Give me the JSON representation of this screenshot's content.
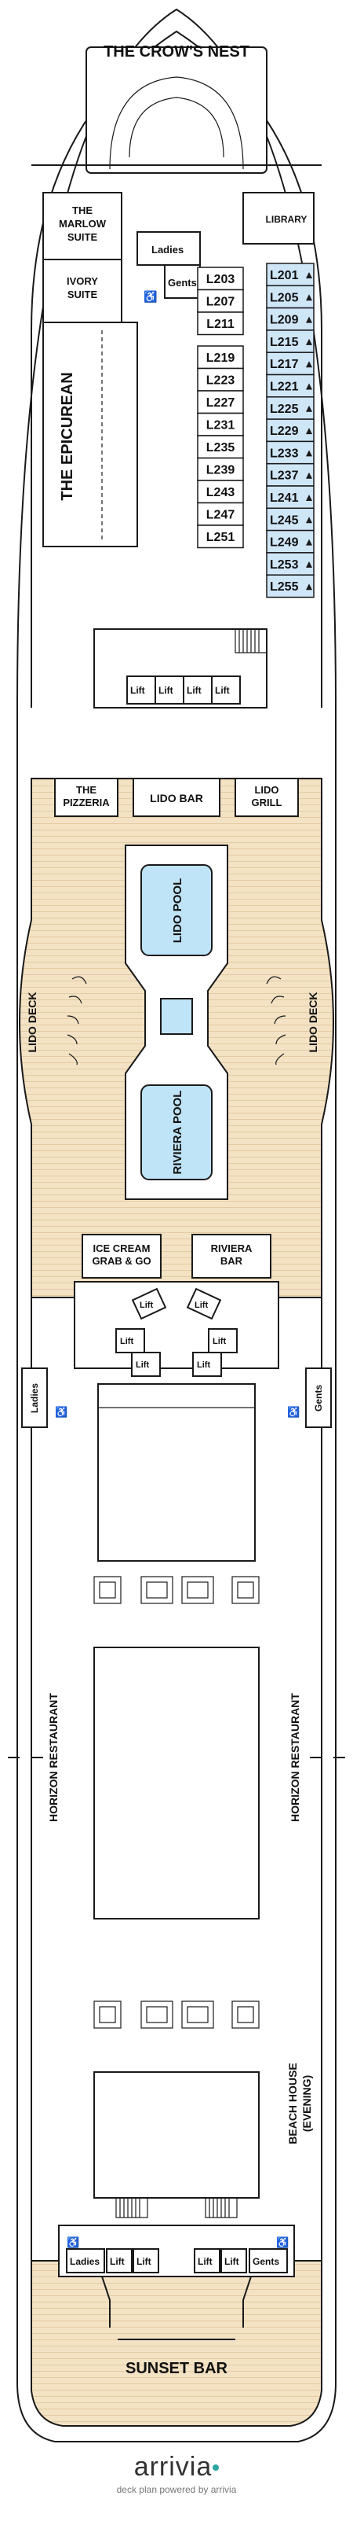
{
  "areas": {
    "crows_nest": "THE CROW'S NEST",
    "marlow_suite": [
      "THE",
      "MARLOW",
      "SUITE"
    ],
    "ivory_suite": [
      "IVORY",
      "SUITE"
    ],
    "epicurean": "THE EPICUREAN",
    "library": "LIBRARY",
    "ladies": "Ladies",
    "gents": "Gents",
    "lift": "Lift",
    "pizzeria": [
      "THE",
      "PIZZERIA"
    ],
    "lido_bar": "LIDO BAR",
    "lido_grill": [
      "LIDO",
      "GRILL"
    ],
    "lido_deck": "LIDO DECK",
    "lido_pool": "LIDO POOL",
    "riviera_pool": "RIVIERA POOL",
    "ice_cream": [
      "ICE CREAM",
      "GRAB & GO"
    ],
    "riviera_bar": [
      "RIVIERA",
      "BAR"
    ],
    "horizon_restaurant": "HORIZON RESTAURANT",
    "beach_house": [
      "BEACH HOUSE",
      "(EVENING)"
    ],
    "sunset_bar": "SUNSET BAR"
  },
  "cabins_center": [
    "L203",
    "L207",
    "L211",
    "L219",
    "L223",
    "L227",
    "L231",
    "L235",
    "L239",
    "L243",
    "L247",
    "L251"
  ],
  "cabins_right": [
    "L201",
    "L205",
    "L209",
    "L215",
    "L217",
    "L221",
    "L225",
    "L229",
    "L233",
    "L237",
    "L241",
    "L245",
    "L249",
    "L253",
    "L255"
  ],
  "icons": {
    "accessible": "wheelchair-icon",
    "cabin_marker": "triangle-marker-icon"
  },
  "colors": {
    "deck_wood": "#f3e2c4",
    "pool_water": "#bfe3f7",
    "cabin_blue": "#cfe6f7",
    "brand_accent": "#2aa5a0"
  },
  "footer": {
    "brand": "arrivia",
    "credit": "deck plan powered by arrivia"
  }
}
